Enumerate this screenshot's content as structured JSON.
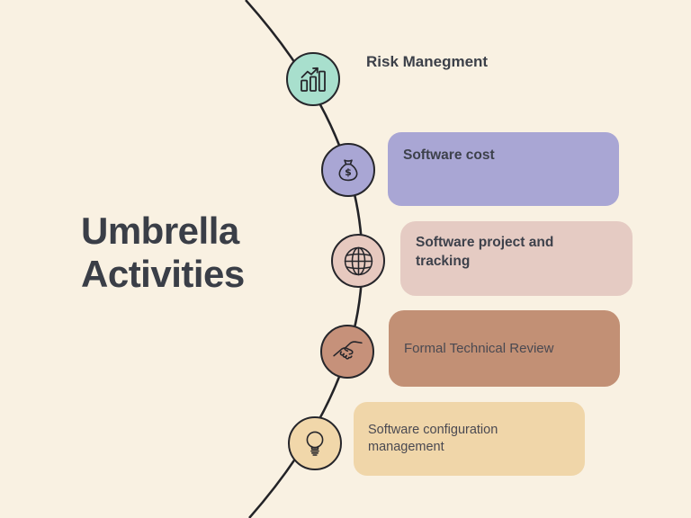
{
  "background_color": "#f9f1e2",
  "ink_color": "#26262b",
  "title": {
    "line1": "Umbrella",
    "line2": "Activities",
    "color": "#3a3e47"
  },
  "nodes": [
    {
      "label": "Risk Manegment",
      "icon": "bar-chart-icon",
      "circle_color": "#a8dfcd"
    },
    {
      "label": "Software cost",
      "icon": "money-bag-icon",
      "circle_color": "#a9a6d4",
      "box_color": "#a9a6d4"
    },
    {
      "label": "Software project and tracking",
      "icon": "globe-icon",
      "circle_color": "#e7c9bf",
      "box_color": "#e5cbc3"
    },
    {
      "label": "Formal Technical Review",
      "icon": "handshake-icon",
      "circle_color": "#c6917a",
      "box_color": "#c29075"
    },
    {
      "label": "Software configuration management",
      "icon": "lightbulb-icon",
      "circle_color": "#f1d7aa",
      "box_color": "#f0d6a9"
    }
  ]
}
